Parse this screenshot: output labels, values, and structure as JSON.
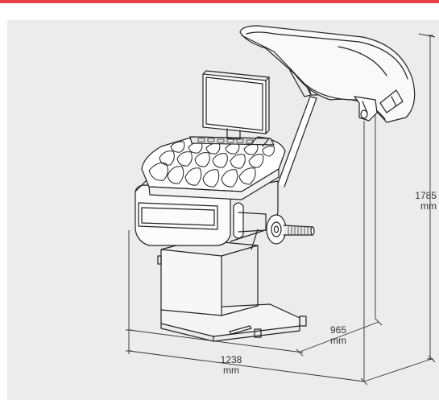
{
  "colors": {
    "accent_bar": "#e8414a",
    "panel_background": "#ececec",
    "line": "#222222",
    "dimension_line": "#333333"
  },
  "dimensions": {
    "height": {
      "value": "1785",
      "unit": "mm"
    },
    "depth": {
      "value": "965",
      "unit": "mm"
    },
    "width": {
      "value": "1238",
      "unit": "mm"
    }
  }
}
